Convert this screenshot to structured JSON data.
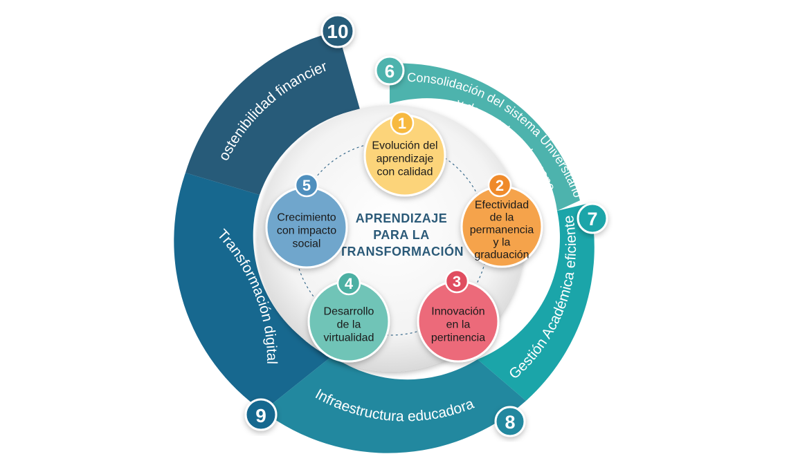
{
  "center": {
    "line1": "APRENDIZAJE",
    "line2": "PARA LA",
    "line3": "TRANSFORMACIÓN"
  },
  "inner_items": [
    {
      "number": "1",
      "lines": [
        "Evolución del",
        "aprendizaje",
        "con calidad"
      ],
      "color": "#fcd47a",
      "badge_color": "#f7b93f"
    },
    {
      "number": "2",
      "lines": [
        "Efectividad",
        "de la",
        "permanencia",
        "y la",
        "graduación"
      ],
      "color": "#f5a34c",
      "badge_color": "#ef8a2a"
    },
    {
      "number": "3",
      "lines": [
        "Innovación",
        "en la",
        "pertinencia"
      ],
      "color": "#ec6b7a",
      "badge_color": "#e04d60"
    },
    {
      "number": "4",
      "lines": [
        "Desarrollo",
        "de la",
        "virtualidad"
      ],
      "color": "#6fc4b7",
      "badge_color": "#4cb0a3"
    },
    {
      "number": "5",
      "lines": [
        "Crecimiento",
        "con impacto",
        "social"
      ],
      "color": "#6fa6cc",
      "badge_color": "#4f8fbd"
    }
  ],
  "outer_items": [
    {
      "number": "6",
      "line1": "Consolidación del sistema Universitario",
      "line2": "y de su talento humano",
      "color": "#4db3ad"
    },
    {
      "number": "7",
      "line1": "Gestión Académica eficiente",
      "color": "#1ba5a9"
    },
    {
      "number": "8",
      "line1": "Infraestructura educadora",
      "color": "#22889f"
    },
    {
      "number": "9",
      "line1": "Transformación digital",
      "color": "#17688f"
    },
    {
      "number": "10",
      "line1": "Sostenibilidad financiera",
      "color": "#275b79"
    }
  ]
}
